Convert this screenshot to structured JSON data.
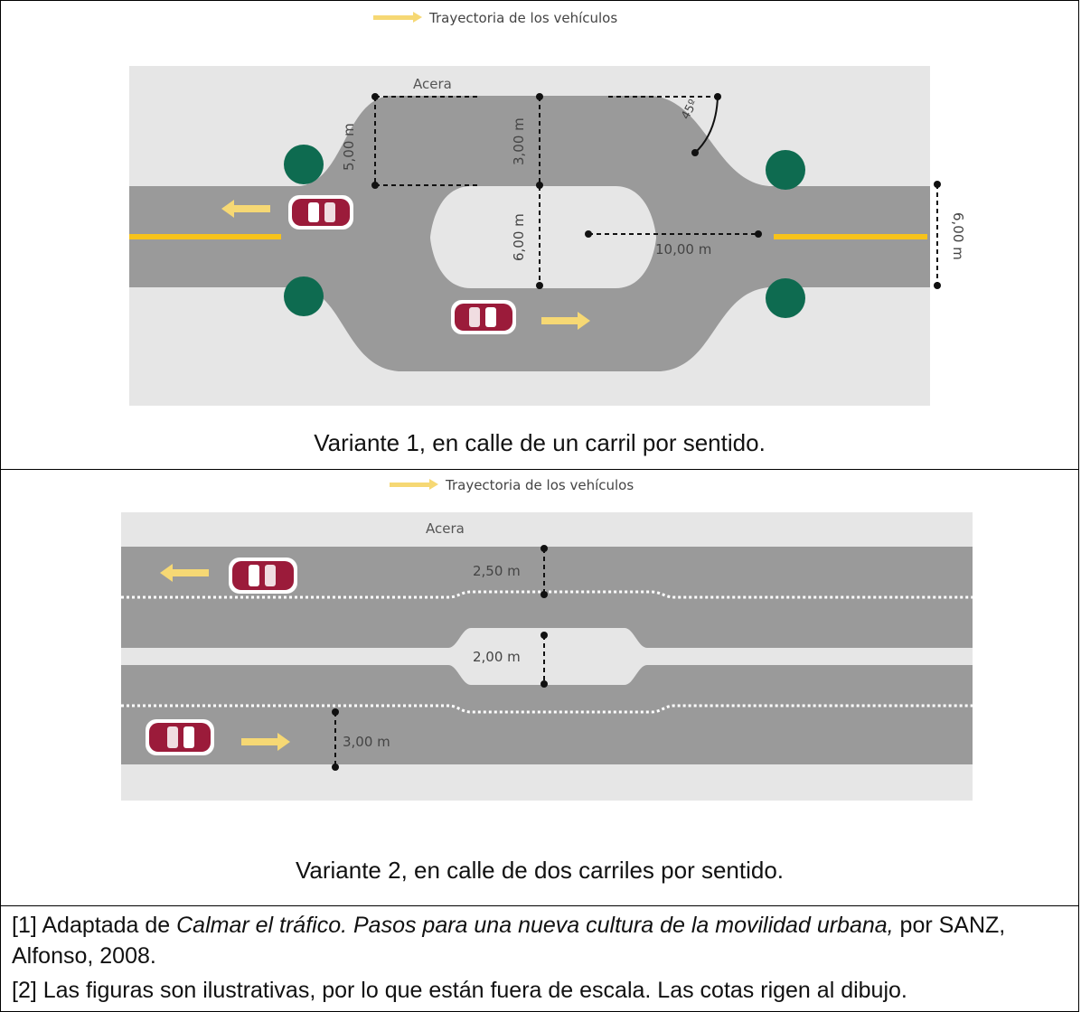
{
  "variant1": {
    "legend_label": "Trayectoria de los vehículos",
    "sidewalk_label": "Acera",
    "dim_5m": "5,00 m",
    "dim_3m": "3,00 m",
    "dim_6m_center": "6,00 m",
    "dim_10m": "10,00 m",
    "dim_6m_right": "6,00 m",
    "angle_label": "45º",
    "caption": "Variante 1, en calle de un carril por sentido."
  },
  "variant2": {
    "legend_label": "Trayectoria de los vehículos",
    "sidewalk_label": "Acera",
    "dim_250": "2,50 m",
    "dim_200": "2,00 m",
    "dim_300": "3,00 m",
    "caption": "Variante 2, en calle de dos carriles por sentido."
  },
  "notes": {
    "note1_prefix": "[1] Adaptada de ",
    "note1_title": "Calmar el tráfico. Pasos para una nueva cultura de la movilidad urbana,",
    "note1_suffix": " por SANZ, Alfonso, 2008.",
    "note2": "[2] Las figuras son ilustrativas, por lo que están fuera de escala. Las cotas rigen al dibujo."
  },
  "colors": {
    "road": "#9a9a9a",
    "sidewalk": "#e6e6e6",
    "yellow": "#f7c31b",
    "arrow": "#f6d874",
    "car": "#9b1b3a",
    "tree": "#0e6b50"
  }
}
